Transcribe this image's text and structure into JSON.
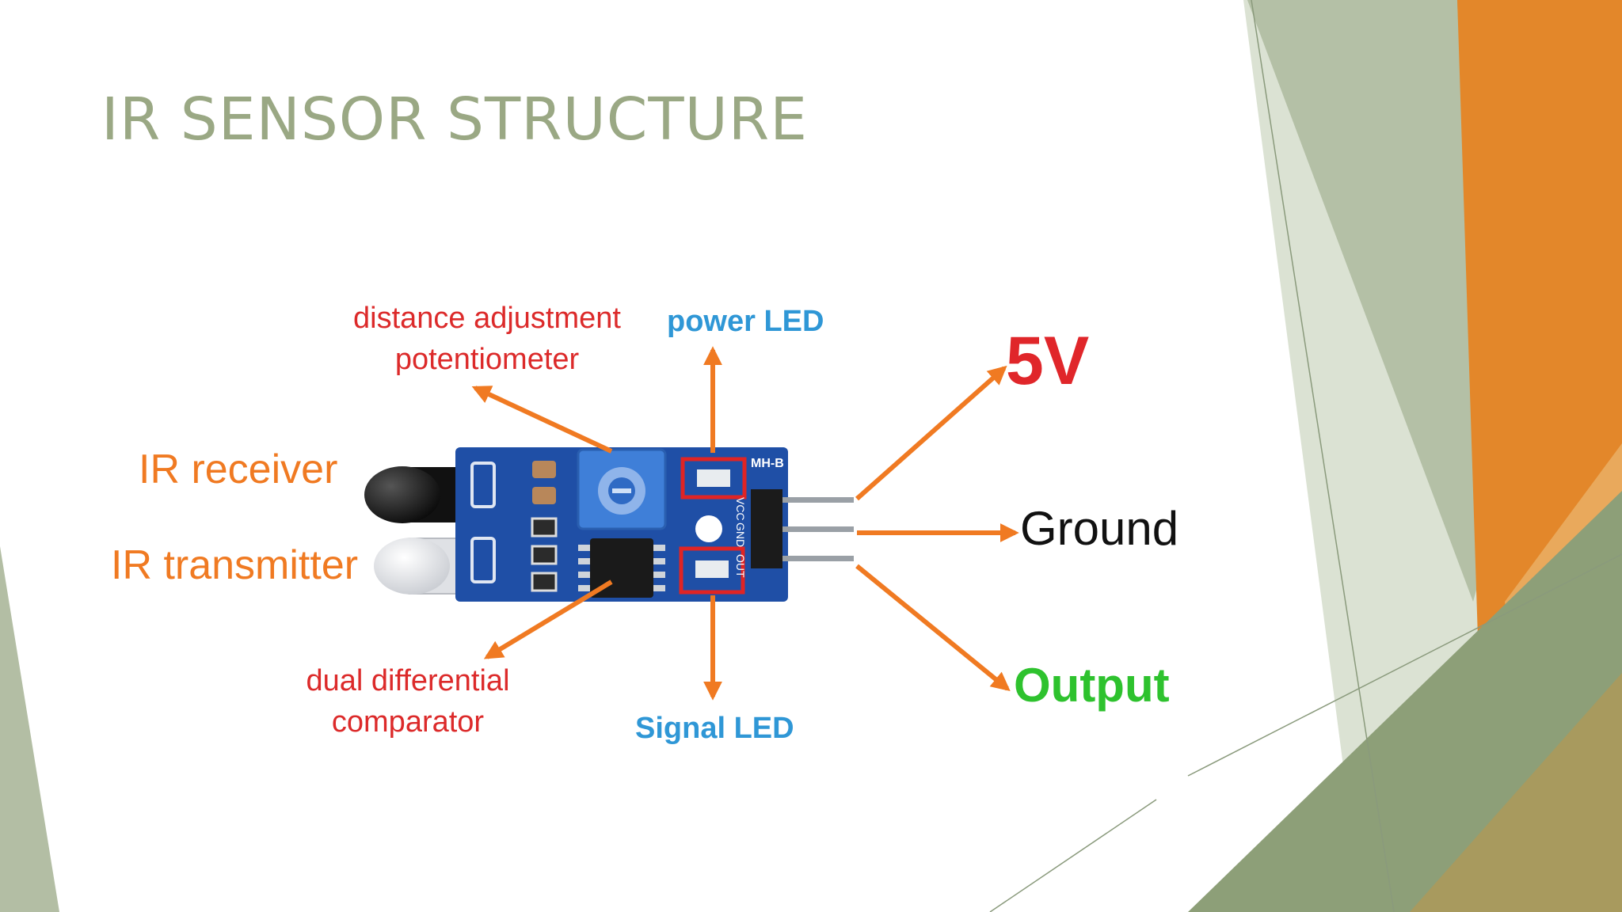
{
  "slide": {
    "title": "IR SENSOR STRUCTURE"
  },
  "diagram": {
    "labels": {
      "distance_line1": "distance adjustment",
      "distance_line2": "potentiometer",
      "power_led": "power LED",
      "ir_receiver": "IR receiver",
      "ir_transmitter": "IR transmitter",
      "dual_line1": "dual differential",
      "dual_line2": "comparator",
      "signal_led": "Signal LED",
      "five_v": "5V",
      "ground": "Ground",
      "output": "Output"
    },
    "board_text": {
      "model": "MH-B",
      "pin_vcc": "VCC",
      "pin_gnd": "GND",
      "pin_out": "OUT"
    }
  },
  "colors": {
    "title": "#9aa884",
    "label_red": "#dc2a2a",
    "label_orange": "#f07a22",
    "label_blue": "#2f97d6",
    "label_green": "#2ec22e",
    "arrow": "#f07a22",
    "board": "#1f4fa6",
    "deco_orange": "#e3872a",
    "deco_green": "#8d9f78"
  }
}
